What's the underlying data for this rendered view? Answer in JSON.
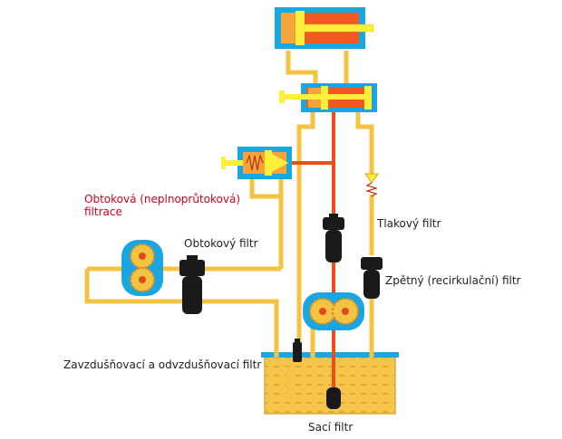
{
  "labels": {
    "bypass_title_line1": "Obtoková (neplnoprůtoková)",
    "bypass_title_line2": "filtrace",
    "bypass_filter": "Obtokový filtr",
    "pressure_filter": "Tlakový filtr",
    "return_filter": "Zpětný (recirkulační) filtr",
    "breather_filter": "Zavzdušňovací a odvzdušňovací filtr",
    "suction_filter": "Sací filtr"
  },
  "colors": {
    "line_yellow": "#f5c342",
    "line_orange": "#e8501a",
    "housing_blue": "#1aa6e0",
    "cylinder_orange": "#f05a22",
    "valve_yellow": "#ffef3a",
    "oil": "#f7c54a",
    "filter_black": "#1a1a1a",
    "label_red": "#d0021b"
  }
}
